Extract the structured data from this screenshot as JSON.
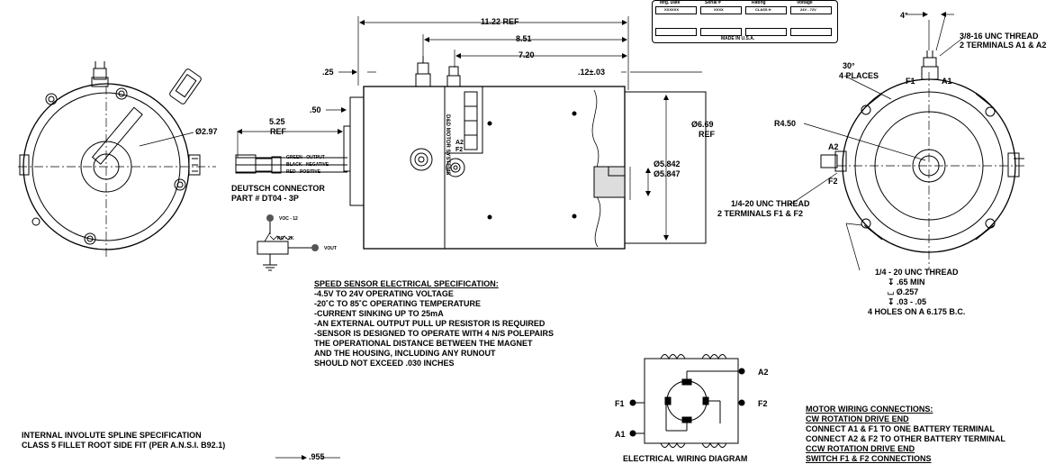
{
  "dimensions": {
    "overall": "11.22 REF",
    "mid": "8.51",
    "inner": "7.20",
    "left_offset": ".25",
    "shaft_offset": ".50",
    "tolerance": ".12±.03",
    "diameter_outer": "Ø6.69",
    "diameter_ref": "REF",
    "diameter_min": "Ø5.842",
    "diameter_max": "Ø5.847",
    "end_diameter": "Ø2.97",
    "angle_4": "4°",
    "angle_30": "30°",
    "angle_30_note": "4 PLACES",
    "radius": "R4.50",
    "cable_length": "5.25",
    "cable_ref": "REF",
    "bottom_dim": ".955"
  },
  "label_table": {
    "headers": [
      "Mfg. Date",
      "Serial #",
      "Rating",
      "Voltage"
    ],
    "values": [
      "XXXXXX",
      "XXXX",
      "CLASS H",
      "24V - 72V"
    ],
    "footer": "MADE IN U.S.A."
  },
  "connector": {
    "title": "DEUTSCH CONNECTOR",
    "part": "PART # DT04 - 3P",
    "wires": [
      "GREEN - OUTPUT",
      "BLACK - NEGATIVE",
      "RED - POSITIVE"
    ]
  },
  "sensor_circuit": {
    "voc": "VOC - 12",
    "resistor": "RO - 2K",
    "vout": "VOUT"
  },
  "terminals": {
    "f1": "F1",
    "a1": "A1",
    "a2": "A2",
    "f2": "F2",
    "thread_a": "3/8-16 UNC THREAD",
    "thread_a_note": "2 TERMINALS A1 & A2",
    "thread_f": "1/4-20 UNC THREAD",
    "thread_f_note": "2 TERMINALS F1 & F2"
  },
  "mounting_holes": {
    "thread": "1/4 - 20 UNC THREAD",
    "depth": "↧ .65 MIN",
    "cbore": "⌴ Ø.257",
    "cbore_depth": "↧ .03 - .05",
    "pattern": "4 HOLES ON A 6.175 B.C."
  },
  "speed_sensor_spec": {
    "title": "SPEED SENSOR ELECTRICAL SPECIFICATION:",
    "lines": [
      "-4.5V TO 24V OPERATING VOLTAGE",
      "-20˚C TO 85˚C OPERATING TEMPERATURE",
      "-CURRENT SINKING UP TO 25mA",
      "-AN EXTERNAL OUTPUT PULL UP RESISTOR IS REQUIRED",
      "-SENSOR IS DESIGNED TO OPERATE WITH 4 N/S POLEPAIRS",
      " THE OPERATIONAL DISTANCE BETWEEN THE MAGNET",
      " AND THE HOUSING, INCLUDING ANY RUNOUT",
      " SHOULD NOT EXCEED .030 INCHES"
    ]
  },
  "spline_spec": {
    "title": "INTERNAL INVOLUTE SPLINE SPECIFICATION",
    "line": "CLASS 5 FILLET ROOT SIDE FIT (PER A.N.S.I. B92.1)"
  },
  "wiring_diagram": {
    "title": "ELECTRICAL WIRING DIAGRAM",
    "a2": "A2",
    "f1": "F1",
    "f2": "F2",
    "a1": "A1"
  },
  "motor_wiring": {
    "title": "MOTOR WIRING CONNECTIONS:",
    "cw_title": "CW ROTATION DRIVE END",
    "cw_line1": "CONNECT A1 & F1 TO ONE BATTERY TERMINAL",
    "cw_line2": "CONNECT A2 & F2 TO OTHER BATTERY TERMINAL",
    "ccw_title": "CCW ROTATION DRIVE END",
    "ccw_line1": "SWITCH F1 & F2 CONNECTIONS"
  },
  "body_label": {
    "brand": "D&D MOTOR SYSTEMS",
    "a2": "A2",
    "f2": "F2"
  }
}
